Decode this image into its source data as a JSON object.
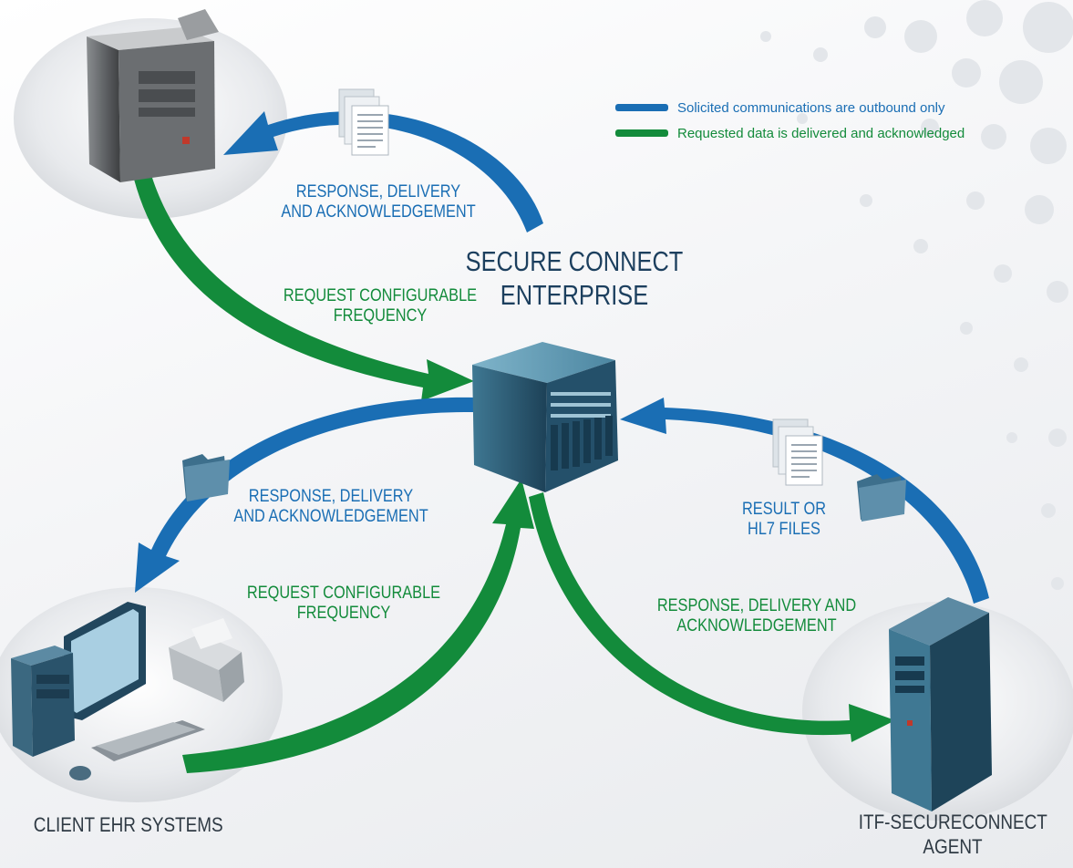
{
  "title": {
    "line1": "SECURE CONNECT",
    "line2": "ENTERPRISE"
  },
  "legend": {
    "items": [
      {
        "text": "Solicited communications are outbound only",
        "color": "#1a6eb4"
      },
      {
        "text": "Requested data is delivered and acknowledged",
        "color": "#138b3b"
      }
    ]
  },
  "labels": {
    "top_blue_1": "RESPONSE, DELIVERY",
    "top_blue_2": "AND ACKNOWLEDGEMENT",
    "top_green_1": "REQUEST CONFIGURABLE",
    "top_green_2": "FREQUENCY",
    "left_blue_1": "RESPONSE, DELIVERY",
    "left_blue_2": "AND ACKNOWLEDGEMENT",
    "left_green_1": "REQUEST CONFIGURABLE",
    "left_green_2": "FREQUENCY",
    "right_blue_1": "RESULT OR",
    "right_blue_2": "HL7 FILES",
    "right_green_1": "RESPONSE, DELIVERY AND",
    "right_green_2": "ACKNOWLEDGEMENT"
  },
  "nodes": {
    "client": "CLIENT EHR SYSTEMS",
    "agent_1": "ITF-SECURECONNECT",
    "agent_2": "AGENT"
  },
  "colors": {
    "blue": "#1a6eb4",
    "green": "#138b3b",
    "server": "#2f5f7a"
  }
}
